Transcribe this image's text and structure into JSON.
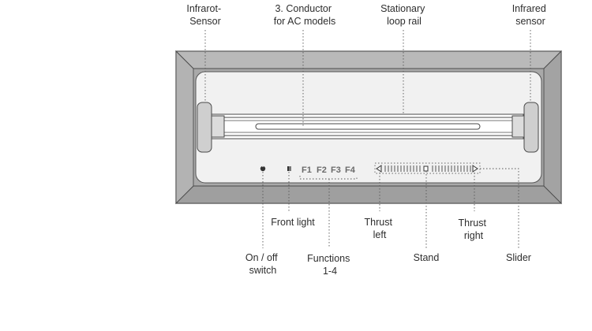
{
  "labels": {
    "infrarot_sensor": [
      "Infrarot-",
      "Sensor"
    ],
    "conductor": [
      "3. Conductor",
      "for AC models"
    ],
    "stationary_rail": [
      "Stationary",
      "loop rail"
    ],
    "infrared_sensor": [
      "Infrared",
      "sensor"
    ],
    "front_light": [
      "Front light"
    ],
    "thrust_left": [
      "Thrust",
      "left"
    ],
    "thrust_right": [
      "Thrust",
      "right"
    ],
    "on_off_switch": [
      "On / off",
      "switch"
    ],
    "functions": [
      "Functions",
      "1-4"
    ],
    "stand": [
      "Stand"
    ],
    "slider": [
      "Slider"
    ]
  },
  "function_keys": [
    "F1",
    "F2",
    "F3",
    "F4"
  ],
  "colors": {
    "frame_outer": "#a9a9a9",
    "frame_bevel": "#c4c4c4",
    "panel": "#f1f1f1",
    "line": "#4a4a4a"
  }
}
